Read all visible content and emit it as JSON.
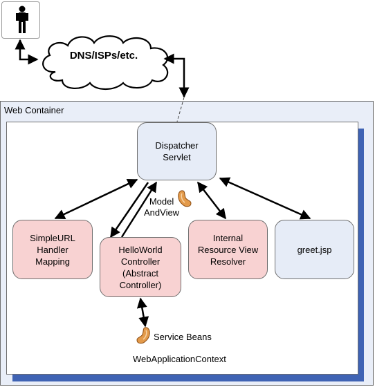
{
  "cloud": {
    "label": "DNS/ISPs/etc."
  },
  "container": {
    "label": "Web Container"
  },
  "context": {
    "label": "WebApplicationContext"
  },
  "nodes": {
    "dispatcher": "Dispatcher\nServlet",
    "mapping": "SimpleURL\nHandler\nMapping",
    "controller": "HelloWorld\nController\n(Abstract\nController)",
    "resolver": "Internal\nResource View\nResolver",
    "view": "greet.jsp"
  },
  "labels": {
    "model_and_view": "Model\nAndView",
    "service_beans": "Service Beans"
  },
  "icons": {
    "user": "person-icon",
    "bean": "bean-icon"
  },
  "colors": {
    "container_bg": "#e9eef8",
    "context_shadow": "#3f63b4",
    "blue_node": "#e6ecf7",
    "pink_node": "#f8d2d2"
  }
}
